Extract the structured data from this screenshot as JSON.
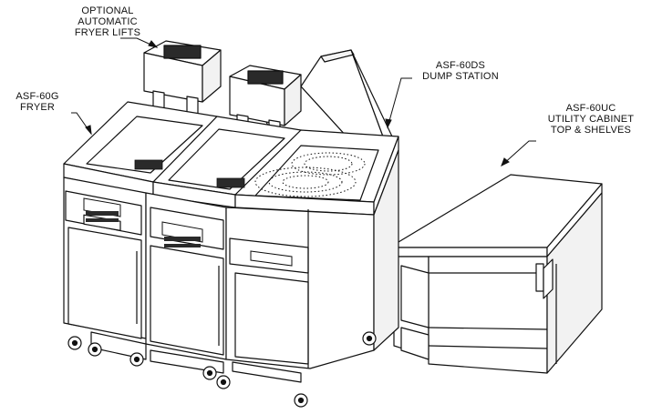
{
  "callouts": {
    "fryer_lifts": [
      "OPTIONAL",
      "AUTOMATIC",
      "FRYER LIFTS"
    ],
    "fryer": [
      "ASF-60G",
      "FRYER"
    ],
    "dump_station": [
      "ASF-60DS",
      "DUMP STATION"
    ],
    "utility_cabinet": [
      "ASF-60UC",
      "UTILITY CABINET",
      "TOP & SHELVES"
    ]
  },
  "colors": {
    "line": "#111111",
    "fill": "#ffffff",
    "shade": "#e6e6e6",
    "dark": "#2a2a2a"
  }
}
